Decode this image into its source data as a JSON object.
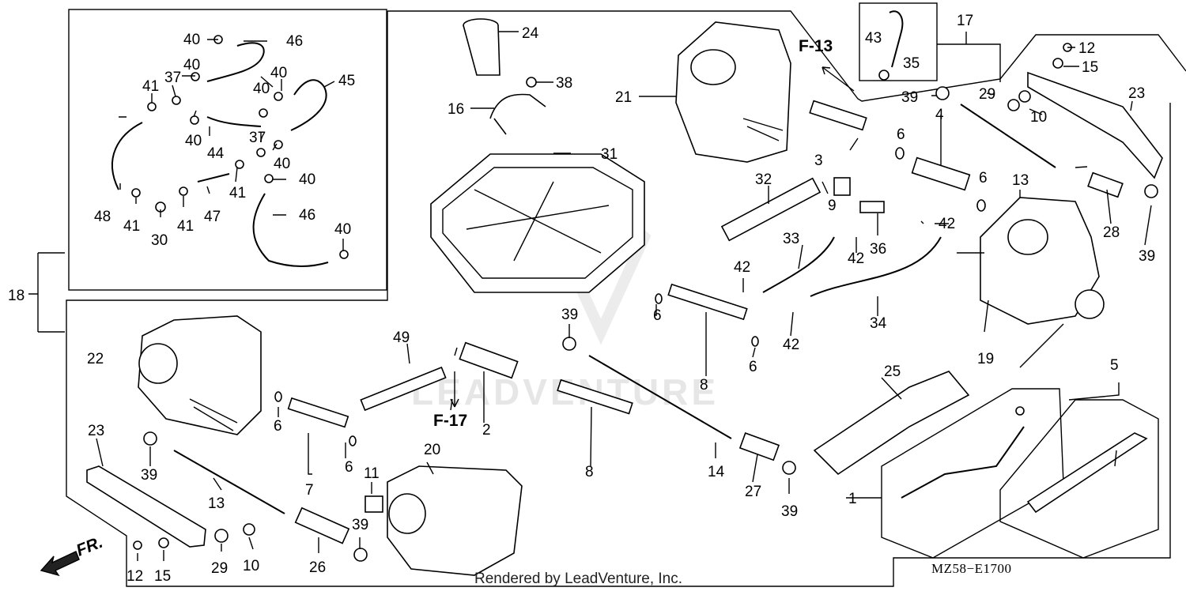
{
  "diagram": {
    "ref_labels": [
      "F-13",
      "F-17"
    ],
    "part_numbers": {
      "p40a": "40",
      "p46a": "46",
      "p40b": "40",
      "p45": "45",
      "p41a": "41",
      "p37a": "37",
      "p40c": "40",
      "p40d": "40",
      "p40e": "40",
      "p44": "44",
      "p37b": "37",
      "p40f": "40",
      "p41b": "41",
      "p40g": "40",
      "p48": "48",
      "p41c": "41",
      "p30": "30",
      "p41d": "41",
      "p47": "47",
      "p46b": "46",
      "p40h": "40",
      "p18": "18",
      "p24": "24",
      "p38": "38",
      "p16": "16",
      "p31": "31",
      "p21": "21",
      "p43": "43",
      "p35": "35",
      "p17": "17",
      "p12a": "12",
      "p15a": "15",
      "p39a": "39",
      "p4": "4",
      "p29a": "29",
      "p10a": "10",
      "p23a": "23",
      "p3": "3",
      "p6a": "6",
      "p6b": "6",
      "p13a": "13",
      "p32": "32",
      "p9": "9",
      "p42a": "42",
      "p36": "36",
      "p42b": "42",
      "p28": "28",
      "p39b": "39",
      "p42c": "42",
      "p33": "33",
      "p34": "34",
      "p42d": "42",
      "p19": "19",
      "p39c": "39",
      "p6c": "6",
      "p8a": "8",
      "p6d": "6",
      "p22": "22",
      "p49": "49",
      "p2": "2",
      "p25": "25",
      "p5": "5",
      "p6e": "6",
      "p7": "7",
      "p6f": "6",
      "p8b": "8",
      "p14": "14",
      "p27": "27",
      "p39d": "39",
      "p23b": "23",
      "p39e": "39",
      "p13b": "13",
      "p11": "11",
      "p39f": "39",
      "p20": "20",
      "p1": "1",
      "p12b": "12",
      "p15b": "15",
      "p29b": "29",
      "p10b": "10",
      "p26": "26"
    },
    "direction_label": "FR.",
    "diagram_code": "MZ58−E1700",
    "credit": "Rendered by LeadVenture, Inc.",
    "watermark": "LEADVENTURE"
  }
}
